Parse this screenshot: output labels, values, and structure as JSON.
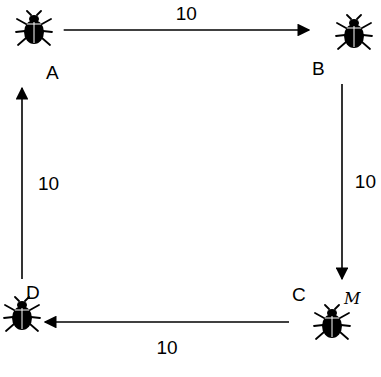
{
  "diagram": {
    "nodes": [
      {
        "text": [
          "A"
        ]
      },
      {
        "text": [
          "B"
        ]
      },
      {
        "text": [
          "C"
        ]
      },
      {
        "text": [
          "D"
        ]
      }
    ],
    "edges": [
      {
        "from": 0,
        "to": 1,
        "arrow": "to",
        "label": "10"
      },
      {
        "from": 1,
        "to": 2,
        "arrow": "to",
        "label": "10"
      },
      {
        "from": 2,
        "to": 3,
        "arrow": "to",
        "label": "10"
      },
      {
        "from": 3,
        "to": 0,
        "arrow": "to",
        "label": "10"
      }
    ],
    "labels": [
      "M"
    ]
  }
}
